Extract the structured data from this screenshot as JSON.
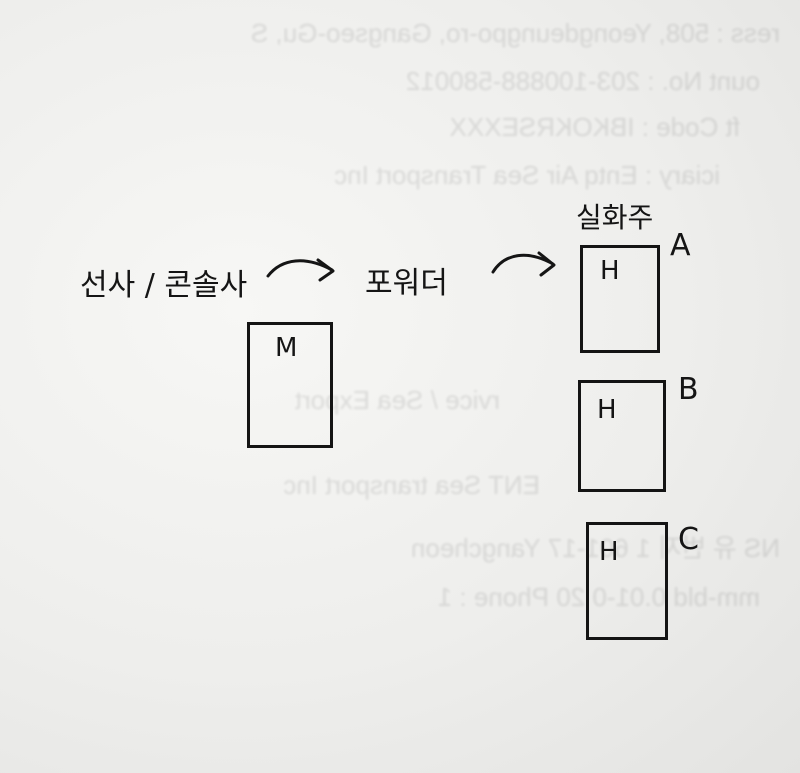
{
  "diagram": {
    "shipper_label": "선사 / 콘솔사",
    "shipper_box_letter": "M",
    "forwarder_label": "포워더",
    "consignee_label": "실화주",
    "consignees": [
      {
        "tag": "A",
        "box_letter": "H"
      },
      {
        "tag": "B",
        "box_letter": "H"
      },
      {
        "tag": "C",
        "box_letter": "H"
      }
    ]
  },
  "background_text": [
    "ress : 508, Yeongdeungpo-ro, Gangseo-Gu, S",
    "ount No. : 203-100888-580012",
    "ft Code : IBKOKRSEXXX",
    "iciary : Entq Air Sea Transport Inc",
    "rvice / Sea Export",
    "ENT Sea transport Inc",
    "NS 유 번지 1 601-17 Yangcheon",
    "mm-bld 0.01-0 20 Phone : 1"
  ],
  "colors": {
    "ink": "#151515",
    "paper": "#efefed"
  }
}
